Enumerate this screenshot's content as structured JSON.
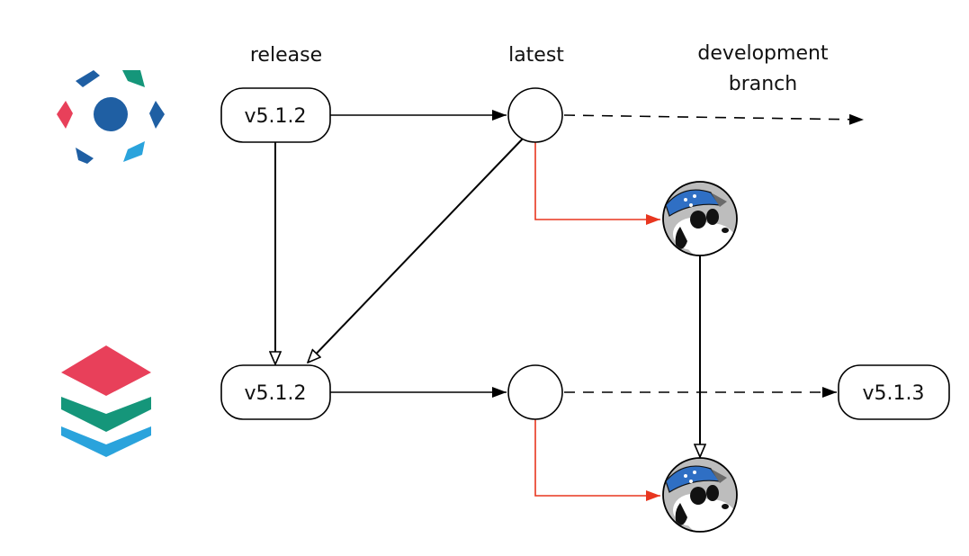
{
  "columns": {
    "release": "release",
    "latest": "latest",
    "dev_line1": "development",
    "dev_line2": "branch"
  },
  "rows": [
    {
      "name": "row-top",
      "logo": "hexagon-dots-logo",
      "release_version": "v5.1.2",
      "dev_target": ""
    },
    {
      "name": "row-bottom",
      "logo": "stacked-layers-logo",
      "release_version": "v5.1.2",
      "dev_target": "v5.1.3"
    }
  ],
  "colors": {
    "edge": "#000000",
    "merge_edge": "#e8361f",
    "logo_blue": "#1f5fa3",
    "logo_teal": "#15967a",
    "logo_red": "#e8405a",
    "logo_light_blue": "#2aa3dc",
    "mascot_bg": "#bdbdbd",
    "mascot_hat": "#2f6fc4"
  },
  "icons": [
    "hexagon-dots-logo",
    "stacked-layers-logo",
    "mascot-icon"
  ]
}
